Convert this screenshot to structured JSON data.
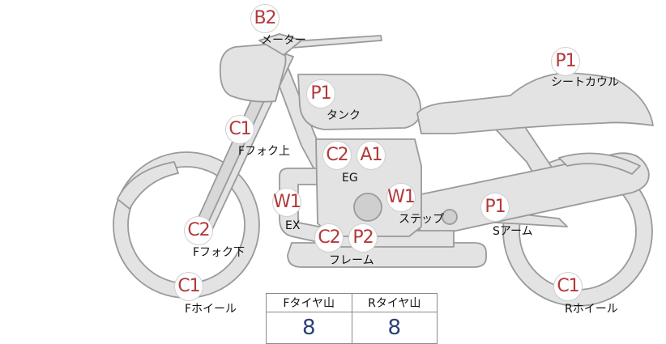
{
  "colors": {
    "code": "#b3393b",
    "value": "#2c3f78",
    "bike_fill": "#e3e3e3",
    "bike_stroke": "#9a9a9a"
  },
  "parts": [
    {
      "id": "meter",
      "code": "B2",
      "label": "メーター"
    },
    {
      "id": "seat-cowl",
      "code": "P1",
      "label": "シートカウル"
    },
    {
      "id": "tank",
      "code": "P1",
      "label": "タンク"
    },
    {
      "id": "fork-upper",
      "code": "C1",
      "label": "Fフォク上"
    },
    {
      "id": "engine",
      "code": [
        "C2",
        "A1"
      ],
      "label": "EG"
    },
    {
      "id": "exhaust",
      "code": "W1",
      "label": "EX"
    },
    {
      "id": "step",
      "code": "W1",
      "label": "ステップ"
    },
    {
      "id": "swing-arm",
      "code": "P1",
      "label": "Sアーム"
    },
    {
      "id": "fork-lower",
      "code": "C2",
      "label": "Fフォク下"
    },
    {
      "id": "frame",
      "code": [
        "C2",
        "P2"
      ],
      "label": "フレーム"
    },
    {
      "id": "front-wheel",
      "code": "C1",
      "label": "Fホイール"
    },
    {
      "id": "rear-wheel",
      "code": "C1",
      "label": "Rホイール"
    }
  ],
  "tread_table": {
    "headers": [
      "Fタイヤ山",
      "Rタイヤ山"
    ],
    "values": [
      "8",
      "8"
    ]
  }
}
